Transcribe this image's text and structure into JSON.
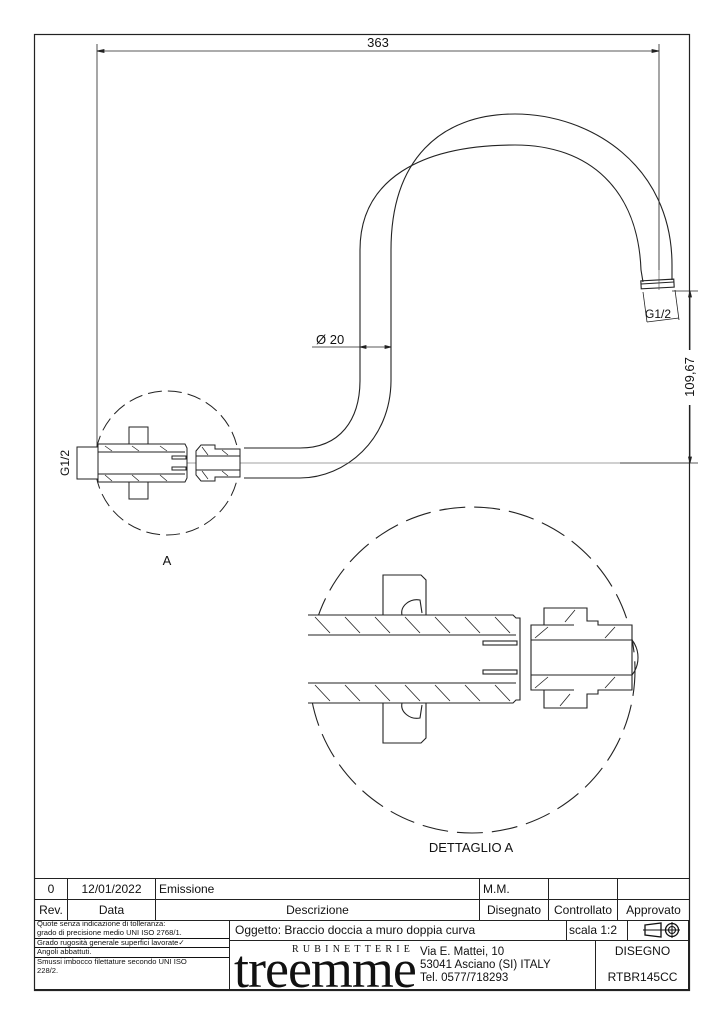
{
  "drawing": {
    "dimensions": {
      "overall_length": "363",
      "diameter": "Ø 20",
      "height_offset": "109,67",
      "thread_left": "G1/2",
      "thread_right": "G1/2"
    },
    "detail_marker": "A",
    "detail_caption": "DETTAGLIO A"
  },
  "title_block": {
    "revision_row": {
      "rev": "0",
      "date": "12/01/2022",
      "description": "Emissione",
      "drawn_by": "M.M.",
      "checked_by": "",
      "approved_by": ""
    },
    "header_row": {
      "rev": "Rev.",
      "date": "Data",
      "description": "Descrizione",
      "drawn": "Disegnato",
      "checked": "Controllato",
      "approved": "Approvato"
    },
    "notes": [
      "Quote senza indicazione di tolleranza:",
      "grado di precisione medio UNI ISO 2768/1.",
      "Grado rugosità generale superfici lavorate",
      "Angoli abbattuti.",
      "Smussi imbocco filettature secondo UNI ISO",
      "228/2."
    ],
    "roughness_symbol": "✓",
    "subject": "Oggetto: Braccio doccia a muro doppia curva",
    "scale": "scala 1:2",
    "projection_icon": "first-angle-projection-icon",
    "company": {
      "logo_sub": "RUBINETTERIE",
      "logo_main": "treemme",
      "address_line1": "Via E. Mattei, 10",
      "address_line2": "53041 Asciano (SI) ITALY",
      "phone": "Tel. 0577/718293"
    },
    "drawing_label": "DISEGNO",
    "drawing_number": "RTBR145CC"
  }
}
